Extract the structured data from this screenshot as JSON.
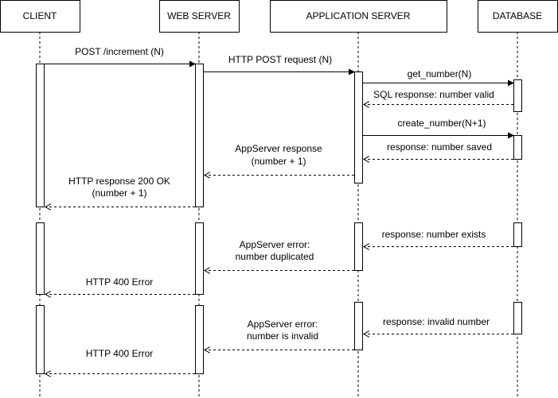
{
  "participants": {
    "client": "CLIENT",
    "web_server": "WEB SERVER",
    "app_server": "APPLICATION SERVER",
    "database": "DATABASE"
  },
  "messages": {
    "post_increment": "POST /increment (N)",
    "http_post_request": "HTTP POST request (N)",
    "get_number": "get_number(N)",
    "sql_response": "SQL response: number valid",
    "create_number": "create_number(N+1)",
    "number_saved": "response: number saved",
    "appserver_response_1": "AppServer response",
    "appserver_response_2": "(number + 1)",
    "http_200_1": "HTTP response 200 OK",
    "http_200_2": "(number + 1)",
    "number_exists": "response: number exists",
    "error_duplicated_1": "AppServer error:",
    "error_duplicated_2": "number duplicated",
    "http_400_a": "HTTP 400 Error",
    "invalid_number": "response: invalid number",
    "error_invalid_1": "AppServer error:",
    "error_invalid_2": "number is invalid",
    "http_400_b": "HTTP 400 Error"
  }
}
